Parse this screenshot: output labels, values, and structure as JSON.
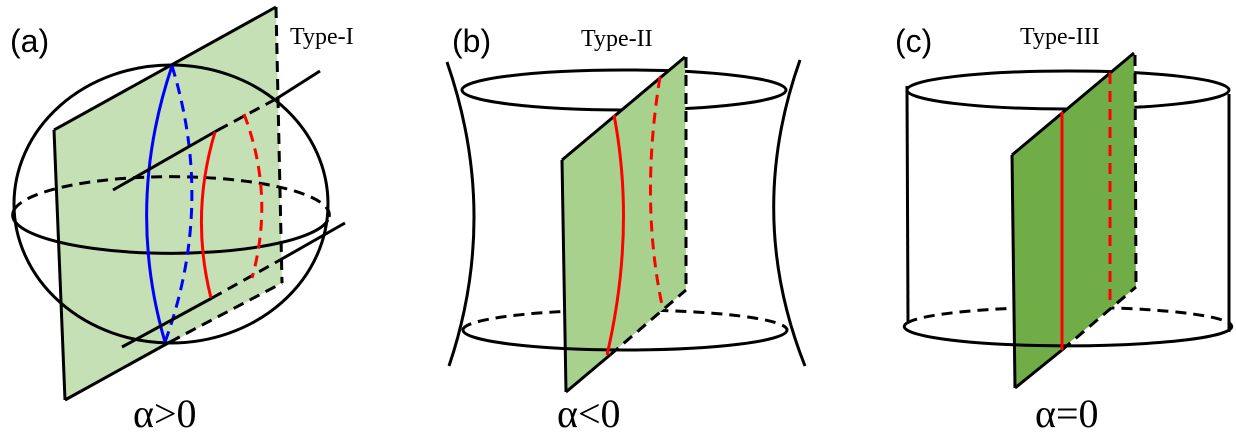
{
  "panels": [
    {
      "label": "(a)",
      "type": "Type-I",
      "condition": "α>0",
      "plane_color": "#c5e0b4"
    },
    {
      "label": "(b)",
      "type": "Type-II",
      "condition": "α<0",
      "plane_color": "#a9d18e"
    },
    {
      "label": "(c)",
      "type": "Type-III",
      "condition": "α=0",
      "plane_color": "#70ad47"
    }
  ],
  "colors": {
    "outline": "#000000",
    "curve_red": "#ff0000",
    "curve_blue": "#0000ff"
  }
}
